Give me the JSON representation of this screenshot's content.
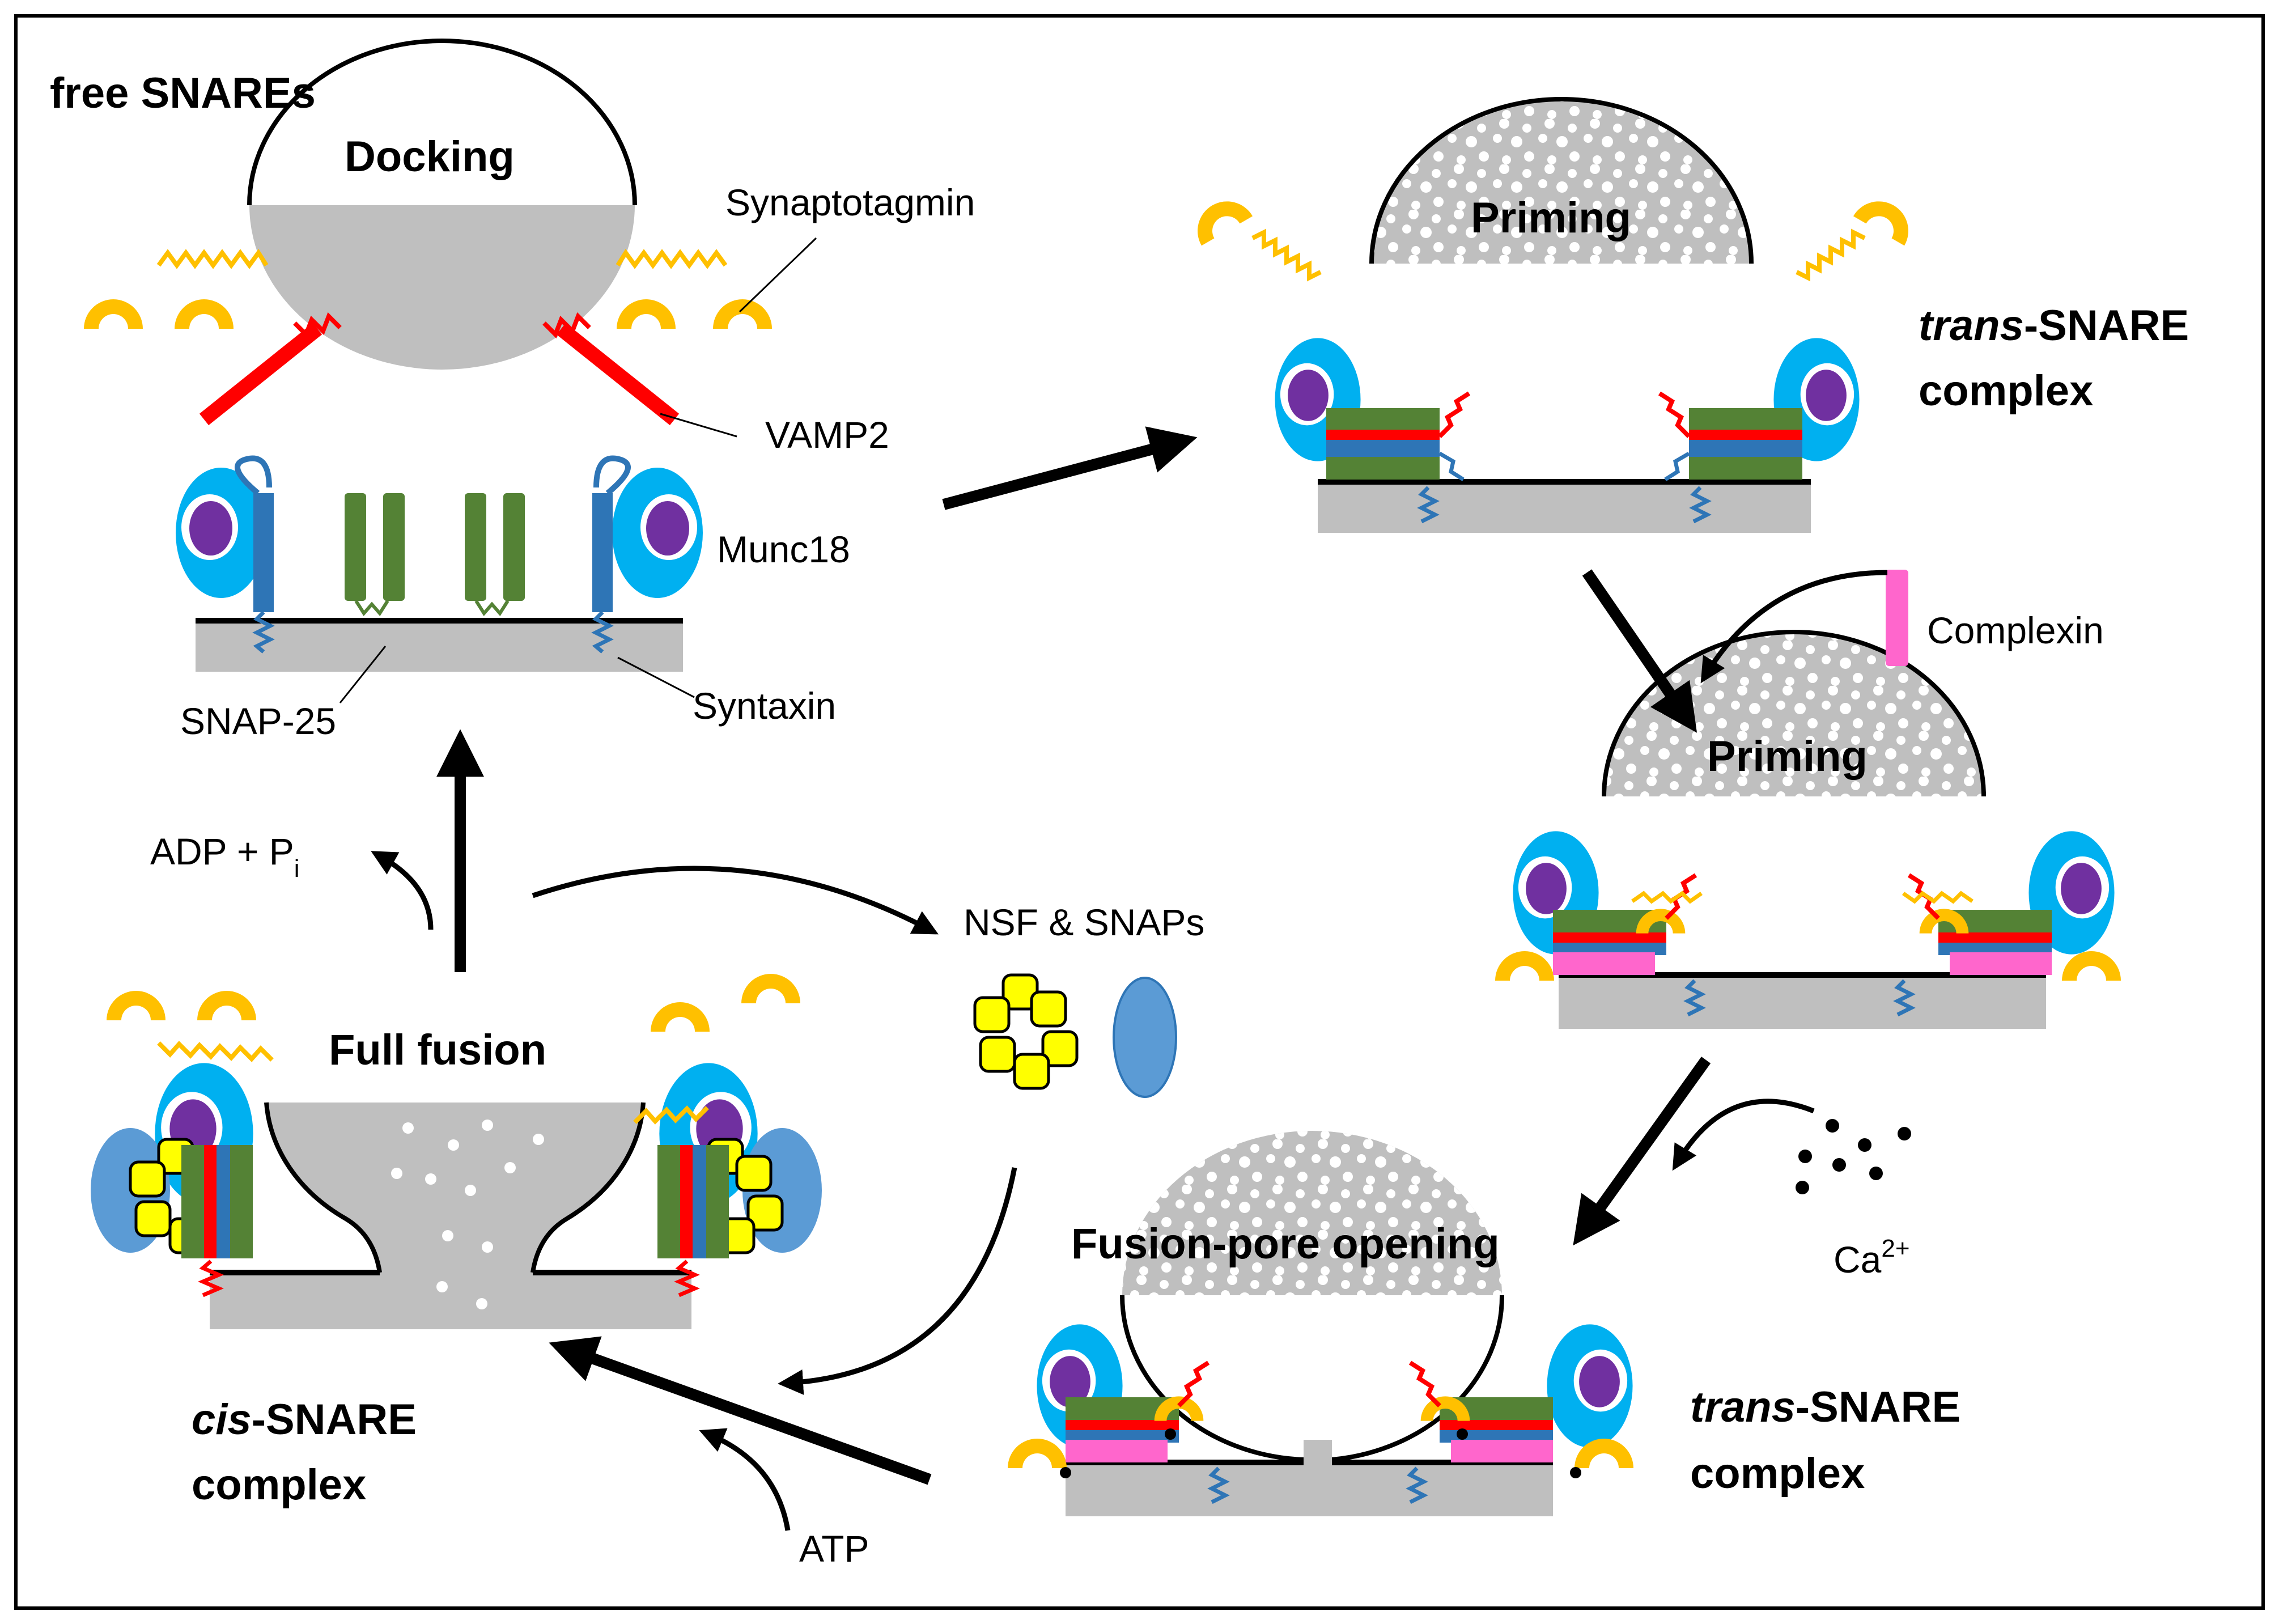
{
  "section_label": "free SNAREs",
  "stages": {
    "docking": "Docking",
    "priming_1": "Priming",
    "priming_2": "Priming",
    "fusion_pore": "Fusion-pore opening",
    "full_fusion": "Full fusion"
  },
  "complexes": {
    "trans_1": {
      "prefix": "trans",
      "suffix": "-SNARE",
      "line2": "complex"
    },
    "trans_2": {
      "prefix": "trans",
      "suffix": "-SNARE",
      "line2": "complex"
    },
    "cis": {
      "prefix": "cis",
      "suffix": "-SNARE",
      "line2": "complex"
    }
  },
  "proteins": {
    "synaptotagmin": "Synaptotagmin",
    "vamp2": "VAMP2",
    "munc18": "Munc18",
    "snap25": "SNAP-25",
    "syntaxin": "Syntaxin",
    "complexin": "Complexin",
    "nsf_snaps": "NSF & SNAPs"
  },
  "cofactors": {
    "adp": "ADP + P",
    "adp_sub": "i",
    "atp": "ATP",
    "ca": "Ca",
    "ca_sup": "2+"
  },
  "colors": {
    "vesicle": "#bfbfbf",
    "membrane": "#bfbfbf",
    "synaptotagmin": "#ffc000",
    "vamp2": "#ff0000",
    "syntaxin": "#2e75b6",
    "snap25": "#548235",
    "munc18_outer": "#00b0f0",
    "munc18_inner": "#7030a0",
    "complexin": "#ff66cc",
    "nsf": "#ffff00",
    "snaps": "#5b9bd5"
  }
}
